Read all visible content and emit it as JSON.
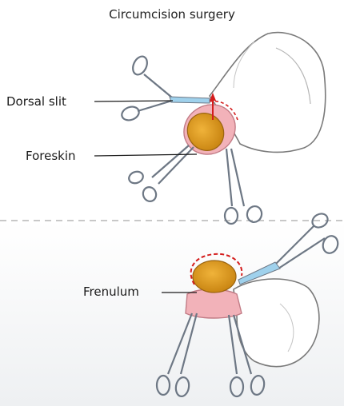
{
  "title": "Circumcision surgery",
  "labels": {
    "dorsal_slit": "Dorsal slit",
    "foreskin": "Foreskin",
    "frenulum": "Frenulum"
  },
  "colors": {
    "glans": "#e3a021",
    "foreskin": "#f2b2b9",
    "incision": "#d41d1d",
    "instrument": "#8d96a3",
    "instrument_blade": "#9fd1ec",
    "shaft": "#ffffff",
    "divider": "#c8c8c8"
  }
}
